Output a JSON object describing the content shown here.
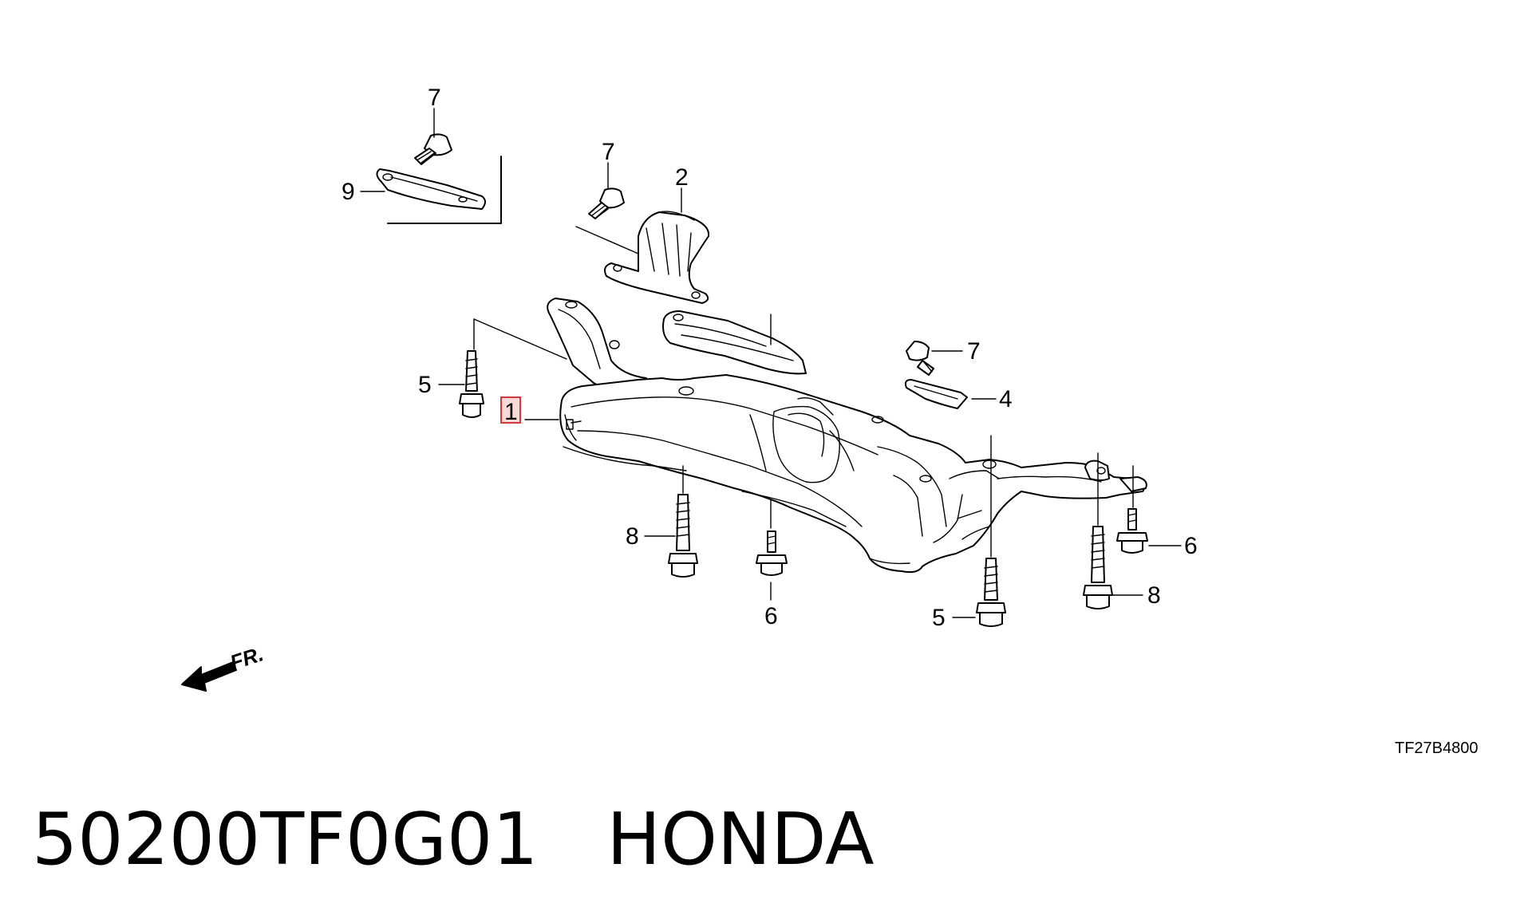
{
  "diagram": {
    "callouts": {
      "c7_top": "7",
      "c9": "9",
      "c7_mid": "7",
      "c2": "2",
      "c7_right": "7",
      "c4": "4",
      "c5_left": "5",
      "c1": "1",
      "c8_left": "8",
      "c6_center": "6",
      "c5_bottom": "5",
      "c6_right": "6",
      "c8_right": "8"
    },
    "front_indicator": "FR.",
    "drawing_code": "TF27B4800",
    "highlight_color": "#d03a3a"
  },
  "footer": {
    "part_number": "50200TF0G01",
    "brand": "HONDA",
    "separator": "   "
  }
}
